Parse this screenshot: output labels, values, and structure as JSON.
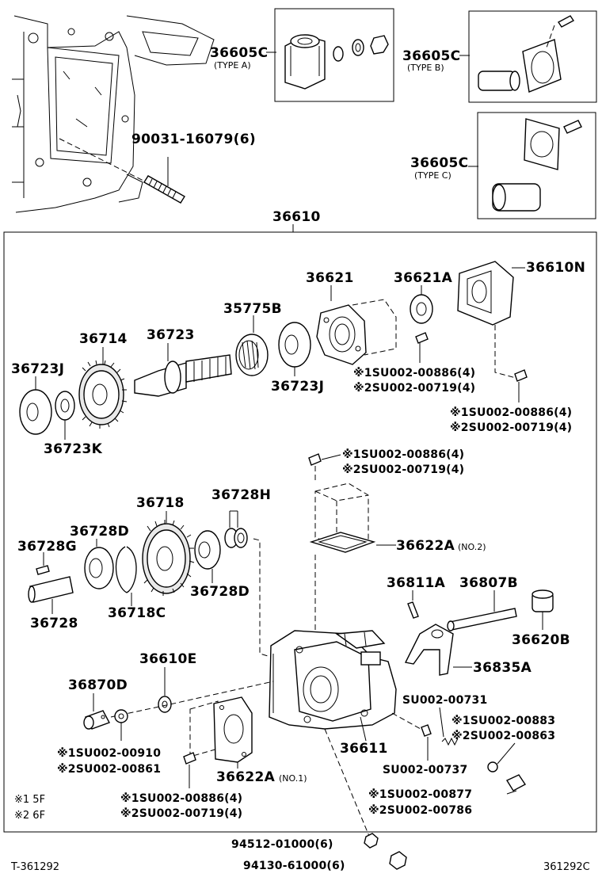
{
  "labels": {
    "p36605c_a": "36605C",
    "type_a": "(TYPE A)",
    "p36605c_b": "36605C",
    "type_b": "(TYPE B)",
    "p36605c_c": "36605C",
    "type_c": "(TYPE C)",
    "p90031": "90031-16079(6)",
    "p36610": "36610",
    "p36610n": "36610N",
    "p36621": "36621",
    "p36621a": "36621A",
    "p35775b": "35775B",
    "p36714": "36714",
    "p36723": "36723",
    "p36723j_left": "36723J",
    "p36723j_right": "36723J",
    "p36723k": "36723K",
    "bolt1_5f": "※1SU002-00886(4)",
    "bolt1_6f": "※2SU002-00719(4)",
    "bolt2_5f": "※1SU002-00886(4)",
    "bolt2_6f": "※2SU002-00719(4)",
    "bolt3_5f": "※1SU002-00886(4)",
    "bolt3_6f": "※2SU002-00719(4)",
    "p36718": "36718",
    "p36728h": "36728H",
    "p36728d_top": "36728D",
    "p36728g": "36728G",
    "p36728d_bottom": "36728D",
    "p36718c": "36718C",
    "p36728": "36728",
    "p36622a_no2": "36622A",
    "no2": "(NO.2)",
    "p36811a": "36811A",
    "p36807b": "36807B",
    "p36620b": "36620B",
    "p36835a": "36835A",
    "p36610e": "36610E",
    "p36870d": "36870D",
    "p36611": "36611",
    "su00731": "SU002-00731",
    "su00883": "※1SU002-00883",
    "su00863": "※2SU002-00863",
    "su00737": "SU002-00737",
    "su00910": "※1SU002-00910",
    "su00861": "※2SU002-00861",
    "p36622a_no1": "36622A",
    "no1": "(NO.1)",
    "bolt4_5f": "※1SU002-00886(4)",
    "bolt4_6f": "※2SU002-00719(4)",
    "su00877": "※1SU002-00877",
    "su00786": "※2SU002-00786",
    "p94512": "94512-01000(6)",
    "p94130": "94130-61000(6)",
    "legend_5f": "※1 5F",
    "legend_6f": "※2 6F",
    "footer_left": "T-361292",
    "footer_right": "361292C"
  }
}
